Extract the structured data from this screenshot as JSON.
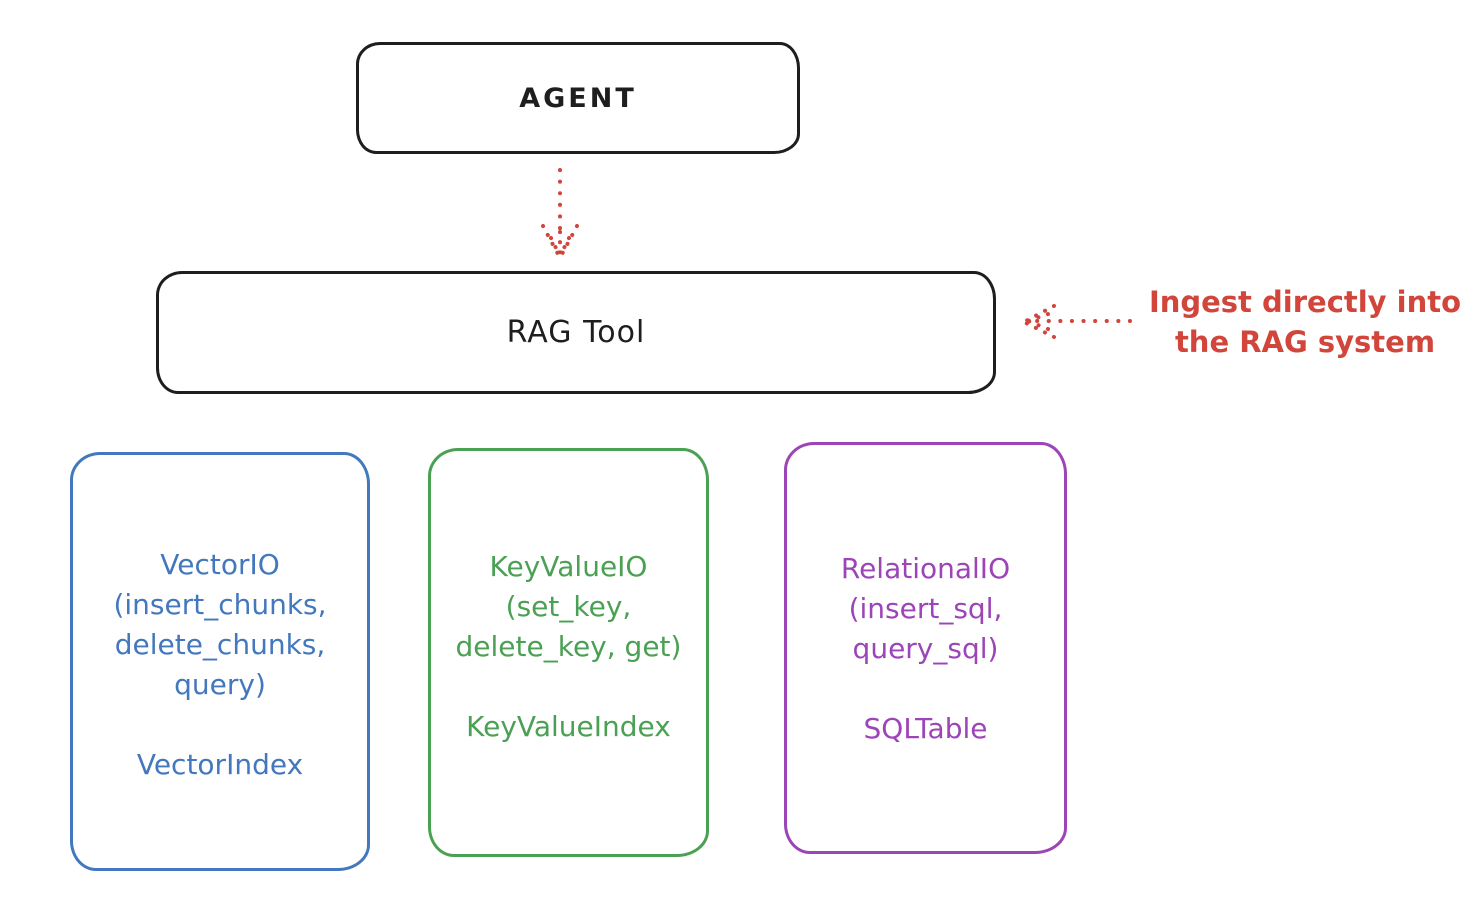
{
  "colors": {
    "background": "#ffffff",
    "ink": "#1e1e1e",
    "red": "#d1453b",
    "blue": "#4478be",
    "green": "#4ba153",
    "purple": "#9c44b8"
  },
  "agent": {
    "label": "AGENT"
  },
  "rag_tool": {
    "label": "RAG Tool"
  },
  "annotation": {
    "line1": "Ingest directly into",
    "line2": "the RAG system"
  },
  "backends": [
    {
      "name": "vector-io",
      "lines": [
        "VectorIO",
        "(insert_chunks,",
        "delete_chunks,",
        "query)"
      ],
      "index": "VectorIndex"
    },
    {
      "name": "key-value-io",
      "lines": [
        "KeyValueIO",
        "(set_key,",
        "delete_key, get)"
      ],
      "index": "KeyValueIndex"
    },
    {
      "name": "relational-io",
      "lines": [
        "RelationalIO",
        "(insert_sql,",
        "query_sql)"
      ],
      "index": "SQLTable"
    }
  ]
}
